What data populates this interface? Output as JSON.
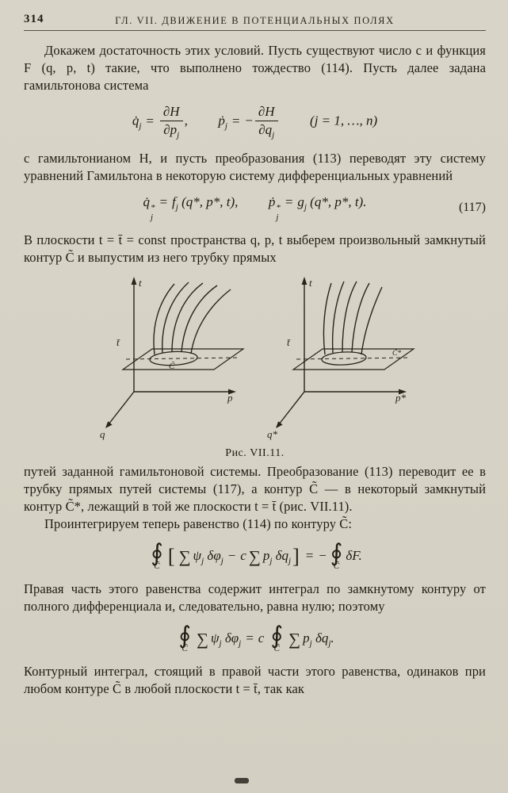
{
  "page": {
    "number": "314",
    "running_head": "ГЛ. VII. ДВИЖЕНИЕ В ПОТЕНЦИАЛЬНЫХ ПОЛЯХ"
  },
  "paragraphs": {
    "p1": "Докажем достаточность этих условий. Пусть существуют число c и функция F (q, p, t) такие, что выполнено тождество (114). Пусть далее задана гамильтонова система",
    "p2": "с гамильтонианом H, и пусть преобразования (113) переводят эту систему уравнений Гамильтона в некоторую систему дифференциальных уравнений",
    "p3": "В плоскости t = t̄ = const пространства q, p, t выберем произвольный замкнутый контур C̃ и выпустим из него трубку прямых",
    "p4": "путей заданной гамильтоновой системы. Преобразование (113) переводит ее в трубку прямых путей системы (117), а контур C̃ — в некоторый замкнутый контур C̃*, лежащий в той же плоскости t = t̄ (рис. VII.11).",
    "p5": "Проинтегрируем теперь равенство (114) по контуру C̃:",
    "p6": "Правая часть этого равенства содержит интеграл по замкнутому контуру от полного дифференциала и, следовательно, равна нулю; поэтому",
    "p7": "Контурный интеграл, стоящий в правой части этого равенства, одинаков при любом контуре C̃ в любой плоскости t = t̄, так как"
  },
  "formulas": {
    "hamilton": {
      "qdot": "q̇",
      "pdot": "ṗ",
      "sub_j": "j",
      "eq": "=",
      "minus": "−",
      "num": "∂H",
      "den_p": "∂p",
      "den_q": "∂q",
      "comma": ",",
      "domain": "(j = 1, …, n)"
    },
    "transformed": {
      "qdot": "q̇",
      "pdot": "ṗ",
      "star": "*",
      "sub_j": "j",
      "eq": "=",
      "f": "f",
      "g": "g",
      "args_f": "(q*, p*, t),",
      "args_g": "(q*, p*, t).",
      "tag": "(117)"
    },
    "identity": {
      "oint": "∮",
      "contour": "C̃",
      "lbracket": "[",
      "rbracket": "]",
      "sum": "∑",
      "psi": "ψ",
      "sub_j": "j",
      "dphi": "δφ",
      "minus": "−",
      "c": "c",
      "p": "p",
      "dq": "δq",
      "eq": "=",
      "dF": "δF."
    },
    "contour_equality": {
      "oint": "∮",
      "contour": "C̃",
      "sum": "∑",
      "psi": "ψ",
      "sub_j": "j",
      "dphi": "δφ",
      "eq": "=",
      "c": "c",
      "p": "p",
      "dq": "δq",
      "period": "."
    }
  },
  "figure": {
    "caption": "Рис. VII.11.",
    "left": {
      "t": "t",
      "tbar": "t̄",
      "contour": "C̃",
      "p": "p",
      "q": "q"
    },
    "right": {
      "t": "t",
      "tbar": "t̄",
      "contour": "C̃*",
      "p": "p*",
      "q": "q*"
    }
  }
}
